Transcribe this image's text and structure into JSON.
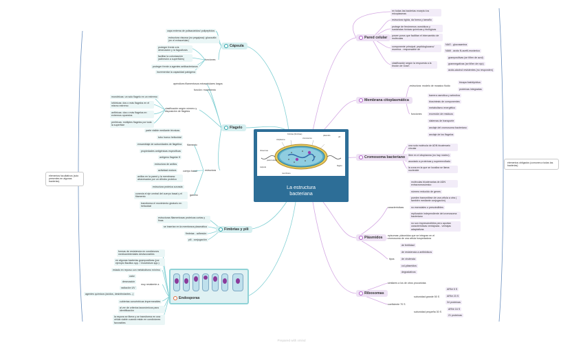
{
  "central": {
    "title_line1": "La estructura",
    "title_line2": "bacteriana"
  },
  "diagram_labels": {
    "a": "fimbrias (fiimbriae)",
    "b": "cromosoma",
    "c": "plásmido",
    "d": "pili",
    "e": "ribosomas",
    "f": "flagelo",
    "g": "capsula",
    "h": "citoplasma",
    "i": "pared celular",
    "j": "membrana"
  },
  "left": {
    "capsula": {
      "label": "Cápsula",
      "items": [
        "capa externa de polisacáridos/ polipeptídos",
        "estructura viscosa (no pegajosa): glucocálix (en el extracelular)"
      ],
      "funciones_label": "funciones",
      "funciones": [
        "proteger frente a la desecación y la fagocitosis",
        "facilitar la colonización (adhesión a superficies)",
        "proteger frente a agentes antibacterianos",
        "incrementar la capacidad patógena"
      ]
    },
    "flagelo": {
      "label": "Flagelo",
      "top": [
        "apéndices filamentosos extracelulares largos",
        "función: movimiento"
      ],
      "tipos": [
        "monótricas: un solo flagelo en un extremo",
        "lofótricas: dos o más flagelos en el mismo extremo",
        "anfítricas: dos o más flagelos en extremos opuestos",
        "perítricas: múltiples flagelos por toda la superficie"
      ],
      "clasificacion": "clasificación según número y disposición de flagelos",
      "filamento_label": "filamento",
      "filamento": [
        "parte visible mediante técnicas",
        "tubo hueco helicoidal",
        "ensamblaje de subunidades de flagelina",
        "propiedades antigénicas específicas",
        "antígeno flagelar H"
      ],
      "estructura_label": "estructura",
      "cuerpo_label": "cuerpo basal",
      "cuerpo": [
        "estructura de anillos",
        "actividad motora",
        "anillos en la pared y la membrana: atravesados por un cilindro proteico"
      ],
      "gancho_label": "gancho",
      "gancho": [
        "estructura proteica curvada",
        "conecta el eje central del cuerpo basal y el filamento",
        "transforma el movimiento giratorio en helicoidal"
      ]
    },
    "fimbrias": {
      "label": "Fimbrias y pili",
      "items": [
        "estructuras filamentosas proteicas cortas y finas",
        "se insertan en la membrana plasmática",
        "fimbrias - adhesión",
        "pili - conjugación"
      ]
    },
    "endosporas": {
      "label": "Endosporas",
      "items": [
        "formas de resistencia en condiciones medioambientales desfavorables",
        "en algunas bacterias grampositivas (por ejemplo Bacillus spp. / Clostridium spp.)",
        "estado en reposo con metabolismo mínimo",
        "calor",
        "desecación",
        "radiación UV",
        "agentes químicos (ácidos, desinfectantes...)",
        "cubiertas concéntricas impermeables",
        "al ver de criterios taxonómicos para identificación",
        "la espora se libera y se transforma en una célula viable cuando están en condiciones favorables"
      ],
      "resistente_label": "muy resistente a"
    },
    "side_note": "elementos facultativos (solo presentes en algunas bacterias)"
  },
  "right": {
    "pared": {
      "label": "Pared celular",
      "items": [
        "en todas las bacterias excepto los micoplasmas",
        "estructura rígida, da forma y tamaño",
        "protege de fenómenos osmóticos y sustancias tóxicas químicas y biológicas",
        "posee poros que facilitan el intercambio de moléculas",
        "componente principal: peptidoglucano/ mureína - responsable de",
        "clasificación según la respuesta a la tinción de Gram"
      ],
      "sub": [
        "NAG - glucosamina",
        "NAM - ácido N-acetil-murámico",
        "grampositivas (se tiñen de azul)",
        "gramnegativas (se tiñen de rojo)",
        "ácido-alcohol resistentes (no responden)"
      ]
    },
    "membrana": {
      "label": "Membrana citoplasmática",
      "modelo": "estructura: modelo de mosaico fluido",
      "modelo_sub": [
        "bicapa fosfolipídica",
        "proteínas integradas"
      ],
      "funciones_label": "funciones",
      "funciones": [
        "barrera osmótica y selectiva",
        "biosíntesis de componentes",
        "metabolismo energético",
        "excreción de residuos",
        "sistemas de transporte",
        "anclaje del cromosoma bacteriano",
        "anclaje de los flagelos"
      ]
    },
    "cromosoma": {
      "label": "Cromosoma bacteriano",
      "items": [
        "una sola molécula de ADN bicatenario circular",
        "libre en el citoplasma (no hay núcleo)",
        "asociado a proteínas y superenrollado",
        "la zona en la que se localiza se llama nucleoide"
      ]
    },
    "plasmidos": {
      "label": "Plásmidos",
      "caracteristicas_label": "características",
      "caracteristicas": [
        "moléculas bicatenarias de ADN extracromosómico",
        "número reducido de genes",
        "pueden transmitirse de una célula a otra ( también mediante conjugación)",
        "no esenciales o prescindibles",
        "replicación independiente del cromosoma bacteriano",
        "no son imprescindibles pero aportan características ventajosas - ventajas adaptativas"
      ],
      "episomas": "episomas: plásmidos que se integran en el cromosoma de una célula hospedadora",
      "tipos_label": "tipos",
      "tipos": [
        "de fertilidad",
        "de resistencia a antibióticos",
        "de virulencia",
        "col-plásmidos",
        "degradativos"
      ]
    },
    "ribosomas": {
      "label": "Ribosomas",
      "items": [
        "similares a los de otros procariotas",
        "coeficiente 70 S"
      ],
      "mayor": "subunidad grande 50 S",
      "mayor_sub": [
        "ARNr 5 S",
        "ARNr 23 S",
        "34 proteínas"
      ],
      "menor": "subunidad pequeña 30 S",
      "menor_sub": [
        "ARNr 16 S",
        "21 proteínas"
      ]
    },
    "side_note": "elementos obligados (comunes a todas las bacterias)"
  },
  "footer": "Prepared with xmind",
  "colors": {
    "teal": "#2aa3a8",
    "purple": "#b05cc9",
    "central_bg": "#2d6e97"
  }
}
